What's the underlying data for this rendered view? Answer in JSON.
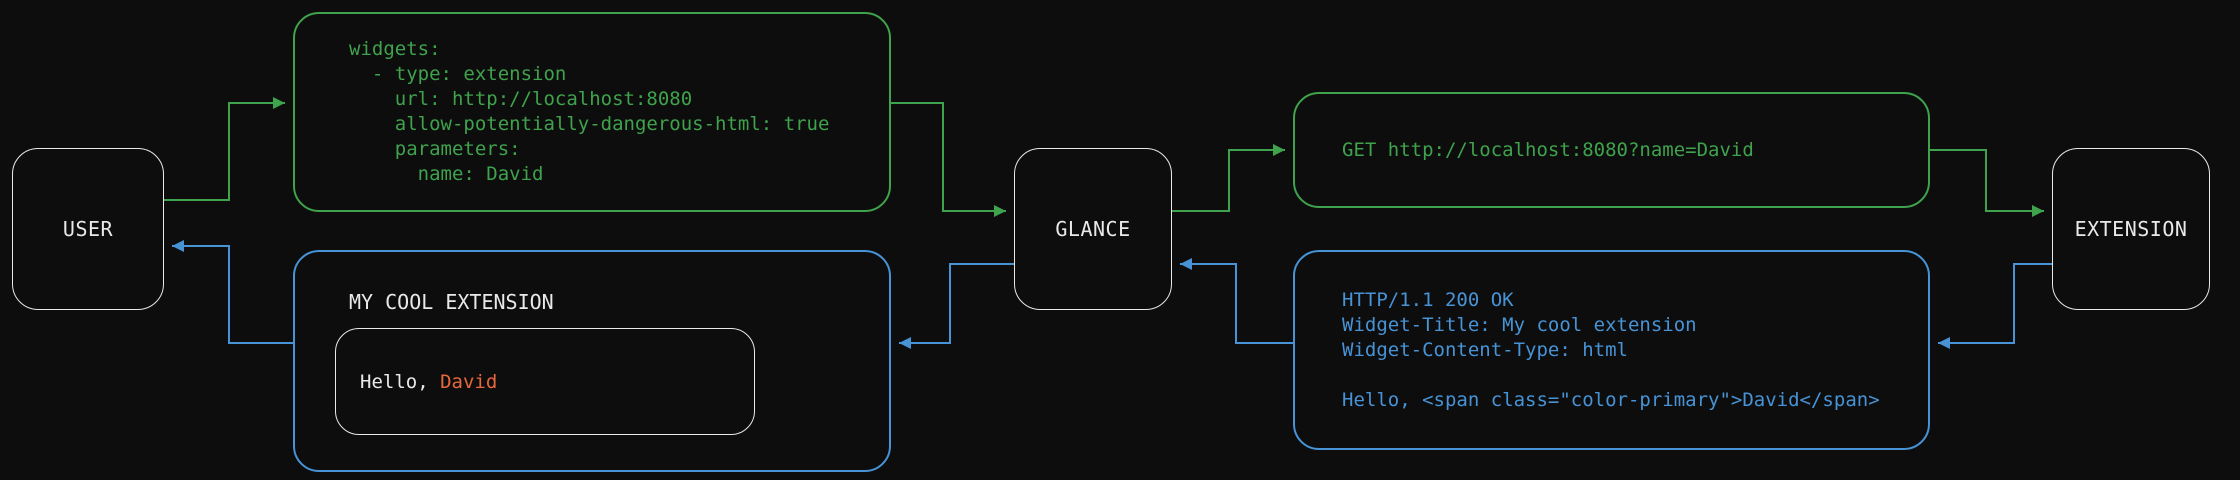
{
  "theme": {
    "bg": "#0d0d0d",
    "green": "#3fa24c",
    "blue": "#4793d6",
    "orange": "#e8673c",
    "white": "#e9e9e9"
  },
  "nodes": {
    "user": "USER",
    "glance": "GLANCE",
    "extension": "EXTENSION"
  },
  "config_box": {
    "lines": [
      "widgets:",
      "  - type: extension",
      "    url: http://localhost:8080",
      "    allow-potentially-dangerous-html: true",
      "    parameters:",
      "      name: David"
    ]
  },
  "widget_preview": {
    "title": "MY COOL EXTENSION",
    "greeting_prefix": "Hello, ",
    "greeting_name": "David"
  },
  "request_box": {
    "text": "GET http://localhost:8080?name=David"
  },
  "response_box": {
    "lines": [
      "HTTP/1.1 200 OK",
      "Widget-Title: My cool extension",
      "Widget-Content-Type: html",
      "",
      "Hello, <span class=\"color-primary\">David</span>"
    ]
  }
}
